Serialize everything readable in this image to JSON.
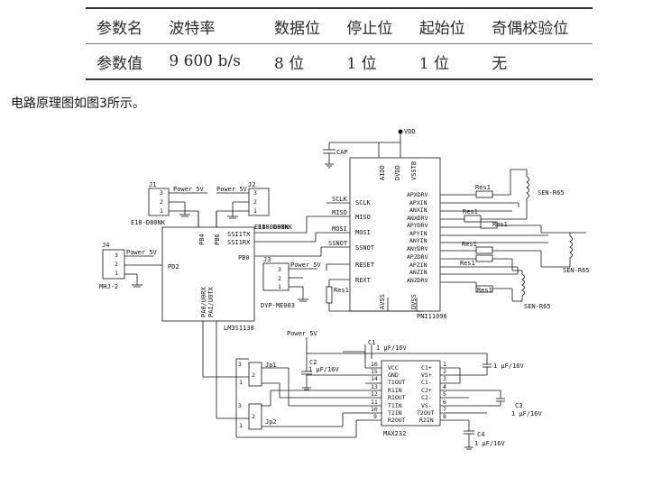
{
  "table": {
    "header": [
      "参数名",
      "波特率",
      "数据位",
      "停止位",
      "起始位",
      "奇偶校验位"
    ],
    "values": [
      "参数值",
      "9 600 b/s",
      "8 位",
      "1 位",
      "1 位",
      "无"
    ]
  },
  "caption": "电路原理图如图3所示。",
  "circuit": {
    "vdd": "VDD",
    "cap": "CAP",
    "j1": "J1",
    "j2": "J2",
    "j3": "J3",
    "j4": "J4",
    "power5v": "Power_5V",
    "power5v_sp": "Power 5V",
    "e18_a": "E18-D80NK",
    "e18_b": "E18-D80NK",
    "mhj2": "MHJ-2",
    "dyp": "DYP-ME003",
    "mcu": {
      "name": "LM3S1138",
      "pd2": "PD2",
      "pb4": "PB4",
      "pb6": "PB6",
      "ssitx": "SSI1TX",
      "ssirx": "SSI1RX",
      "pb0": "PB0",
      "pa0": "PA0/U0RX",
      "pa1": "PA1/U0TX"
    },
    "pni": {
      "name": "PNI11096",
      "aidd": "AIDD",
      "dvdd": "DVDD",
      "vsstb": "VSSTB",
      "sclk": "SCLK",
      "miso": "MISO",
      "mosi": "MOSI",
      "ssnot": "SSNOT",
      "reset": "RESET",
      "rext": "REXT",
      "avss": "AVSS",
      "dvss": "DVSS",
      "right_pins": [
        "APXDRV",
        "APXIN",
        "ANXIN",
        "ANXDRV",
        "APYDRV",
        "APYIN",
        "ANYIN",
        "ANYDRV",
        "APZDRV",
        "APZIN",
        "ANZIN",
        "ANZDRV"
      ]
    },
    "net_sclk": "SCLK",
    "net_miso": "MISO",
    "net_mosi": "MOSI",
    "net_ssnot": "SSNOT",
    "res1": "Res1",
    "rext_res": "Res1",
    "sen": [
      "SEN-R65",
      "SEN-R65",
      "SEN-R65"
    ],
    "max": {
      "name": "MAX232",
      "left_pins": [
        "VCC",
        "GND",
        "T1OUT",
        "R1IN",
        "R1OUT",
        "T1IN",
        "T2IN",
        "R2OUT"
      ],
      "left_nums": [
        "16",
        "15",
        "14",
        "13",
        "12",
        "11",
        "10",
        "9"
      ],
      "right_pins": [
        "C1+",
        "VS+",
        "C1-",
        "C2+",
        "C2-",
        "VS-",
        "T2OUT",
        "R2IN"
      ],
      "right_nums": [
        "1",
        "2",
        "3",
        "4",
        "5",
        "6",
        "7",
        "8"
      ]
    },
    "cap_label": "1 μF/16V",
    "c1": "C1",
    "c2": "C2",
    "c3": "C3",
    "c4": "C4",
    "jp1": "Jp1",
    "jp2": "Jp2"
  }
}
